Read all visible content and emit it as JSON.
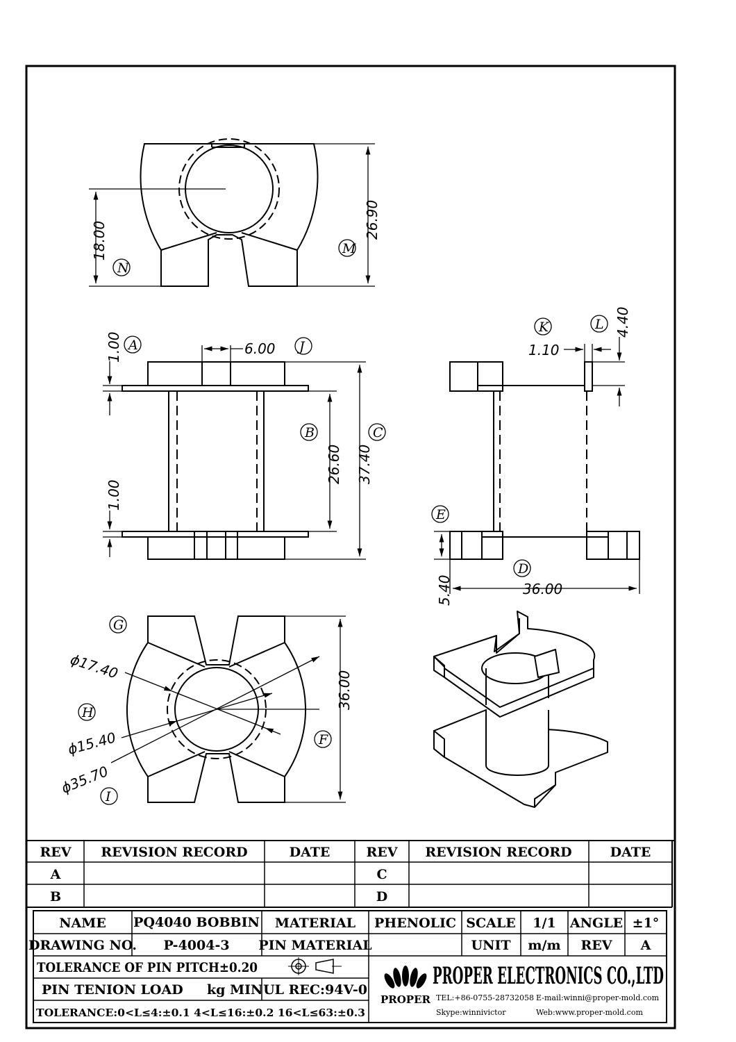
{
  "dimensions": {
    "top_view": {
      "d18": "18.00",
      "d2690": "26.90",
      "label_n": "N",
      "label_m": "M"
    },
    "front_view": {
      "d100a": "1.00",
      "d600": "6.00",
      "d100b": "1.00",
      "d2660": "26.60",
      "d3740": "37.40",
      "label_a": "A",
      "label_j": "J",
      "label_b": "B",
      "label_c": "C"
    },
    "side_view": {
      "d110": "1.10",
      "d440": "4.40",
      "d540": "5.40",
      "d3600": "36.00",
      "label_k": "K",
      "label_l": "L",
      "label_e": "E",
      "label_d": "D"
    },
    "bottom_view": {
      "d1740": "ϕ17.40",
      "d1540": "ϕ15.40",
      "d3570": "ϕ35.70",
      "d3600": "36.00",
      "label_g": "G",
      "label_h": "H",
      "label_i": "I",
      "label_f": "F"
    }
  },
  "revision_table": {
    "headers": [
      "REV",
      "REVISION RECORD",
      "DATE",
      "REV",
      "REVISION RECORD",
      "DATE"
    ],
    "rows": [
      [
        "A",
        "",
        "",
        "C",
        "",
        ""
      ],
      [
        "B",
        "",
        "",
        "D",
        "",
        ""
      ]
    ]
  },
  "title_block": {
    "name_label": "NAME",
    "name_value": "PQ4040 BOBBIN",
    "material_label": "MATERIAL",
    "material_value": "PHENOLIC",
    "scale_label": "SCALE",
    "scale_value": "1/1",
    "angle_label": "ANGLE",
    "angle_value": "±1°",
    "drawing_no_label": "DRAWING NO.",
    "drawing_no_value": "P-4004-3",
    "pin_material_label": "PIN MATERIAL",
    "unit_label": "UNIT",
    "unit_value": "m/m",
    "rev_label": "REV",
    "rev_value": "A",
    "pin_pitch_tol": "TOLERANCE OF PIN PITCH±0.20",
    "pin_tension_label": "PIN TENION LOAD",
    "pin_tension_unit": "kg MIN",
    "ul_rec": "UL REC:94V-0",
    "tolerance": "TOLERANCE:0<L≤4:±0.1  4<L≤16:±0.2  16<L≤63:±0.3",
    "company": "PROPER ELECTRONICS CO.,LTD",
    "logo_text": "PROPER",
    "tel": "TEL:+86-0755-28732058",
    "email": "E-mail:winni@proper-mold.com",
    "skype": "Skype:winnivictor",
    "web": "Web:www.proper-mold.com"
  }
}
